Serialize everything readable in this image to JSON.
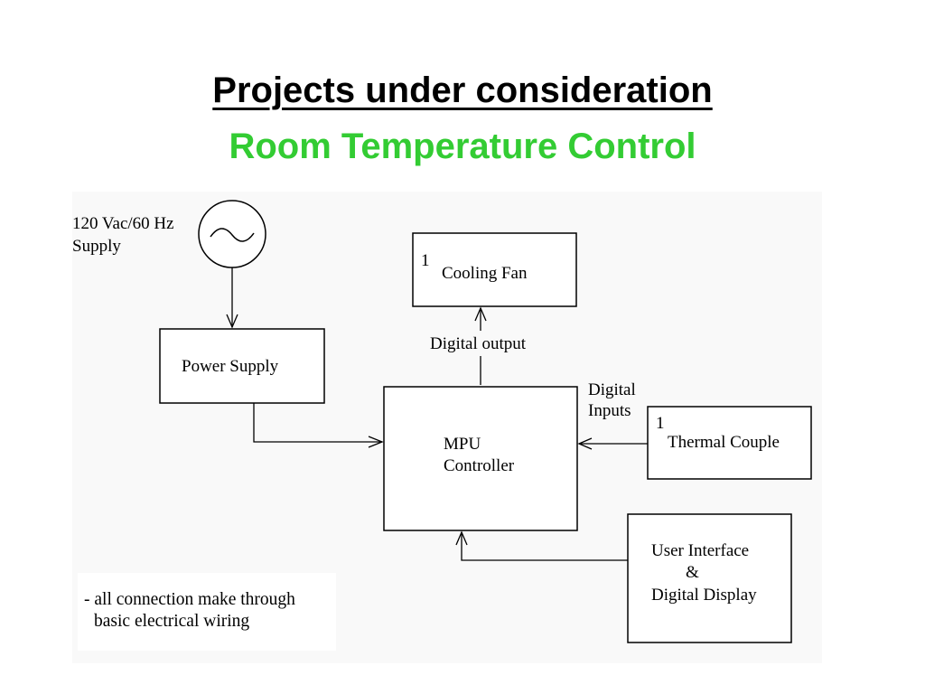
{
  "slide": {
    "title": "Projects under consideration",
    "subtitle": "Room Temperature Control",
    "subtitle_color": "#33cc33"
  },
  "diagram": {
    "supply_label_line1": "120 Vac/60 Hz",
    "supply_label_line2": "Supply",
    "power_supply": "Power Supply",
    "cooling_fan_number": "1",
    "cooling_fan": "Cooling Fan",
    "digital_output": "Digital output",
    "digital_inputs_line1": "Digital",
    "digital_inputs_line2": "Inputs",
    "mpu_line1": "MPU",
    "mpu_line2": "Controller",
    "thermal_couple_number": "1",
    "thermal_couple": "Thermal Couple",
    "ui_line1": "User Interface",
    "ui_line2": "&",
    "ui_line3": "Digital Display",
    "note_line1": "- all connection make through",
    "note_line2": "basic electrical wiring"
  }
}
